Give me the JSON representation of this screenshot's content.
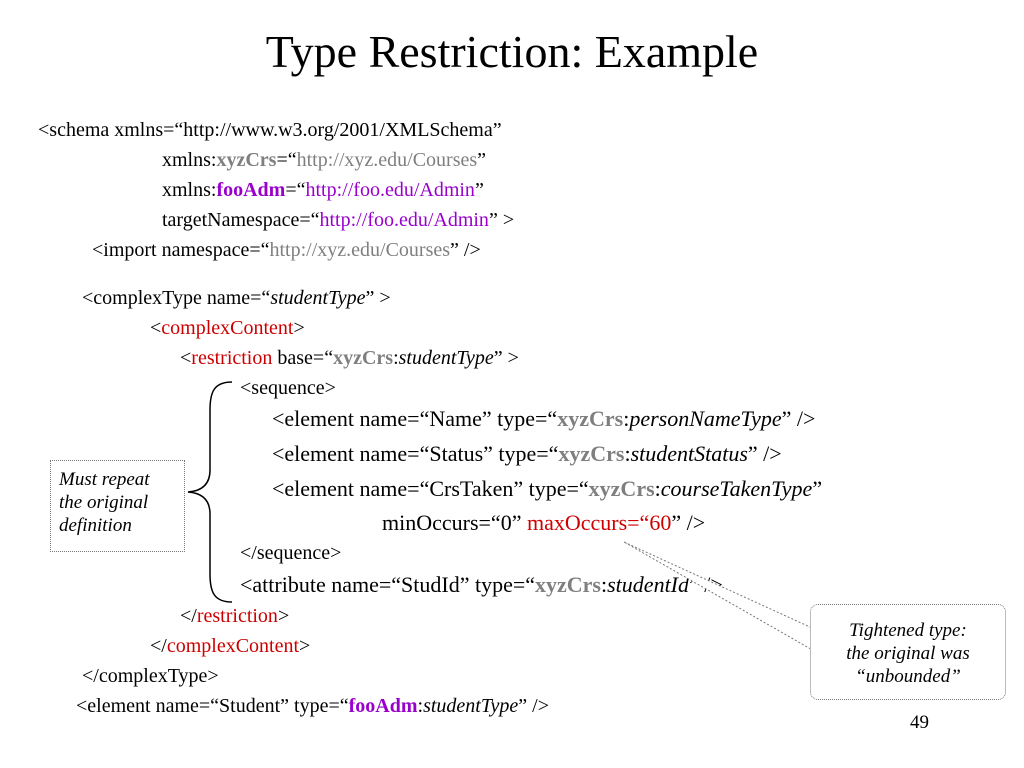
{
  "title": "Type Restriction: Example",
  "lines": {
    "l1": "<schema  xmlns=“http://www.w3.org/2001/XMLSchema”",
    "l2a": "xmlns:",
    "l2b": "xyzCrs",
    "l2c": "=“",
    "l2d": "http://xyz.edu/Courses",
    "l2e": "”",
    "l3a": "xmlns:",
    "l3b": "fooAdm",
    "l3c": "=“",
    "l3d": "http://foo.edu/Admin",
    "l3e": "”",
    "l4a": "targetNamespace=“",
    "l4b": "http://foo.edu/Admin",
    "l4c": "” >",
    "l5a": "<import  namespace=“",
    "l5b": "http://xyz.edu/Courses",
    "l5c": "” />",
    "l6a": "<complexType  name=“",
    "l6b": "studentType",
    "l6c": "” >",
    "l7a": "<",
    "l7b": "complexContent",
    "l7c": ">",
    "l8a": "<",
    "l8b": "restriction",
    "l8c": "  base=“",
    "l8d": "xyzCrs",
    "l8e": ":",
    "l8f": "studentType",
    "l8g": "” >",
    "l9": "<sequence>",
    "l10a": "<element  name=“Name”  type=“",
    "l10b": "xyzCrs",
    "l10c": ":",
    "l10d": "personNameType",
    "l10e": "” />",
    "l11a": "<element  name=“Status”  type=“",
    "l11b": "xyzCrs",
    "l11c": ":",
    "l11d": "studentStatus",
    "l11e": "” />",
    "l12a": "<element  name=“CrsTaken”  type=“",
    "l12b": "xyzCrs",
    "l12c": ":",
    "l12d": "courseTakenType",
    "l12e": "”",
    "l13a": "minOccurs=“0”  ",
    "l13b": "maxOccurs=“60",
    "l13c": "” />",
    "l14": "</sequence>",
    "l15a": "<attribute  name=“StudId”  type=“",
    "l15b": "xyzCrs",
    "l15c": ":",
    "l15d": "studentId",
    "l15e": "” />",
    "l16a": "</",
    "l16b": "restriction",
    "l16c": ">",
    "l17a": "</",
    "l17b": "complexContent",
    "l17c": ">",
    "l18": "</complexType>",
    "l19a": "<element  name=“Student”  type=“",
    "l19b": "fooAdm",
    "l19c": ":",
    "l19d": "studentType",
    "l19e": "” />"
  },
  "note_left": {
    "line1": "Must repeat",
    "line2": "the original",
    "line3": "definition"
  },
  "note_right": {
    "line1": "Tightened type:",
    "line2": "the original was",
    "line3": "“unbounded”"
  },
  "page_number": "49",
  "colors": {
    "namespace_gray": "#7f7f7f",
    "prefix_purple": "#9900cc",
    "keyword_red": "#cc0000"
  }
}
